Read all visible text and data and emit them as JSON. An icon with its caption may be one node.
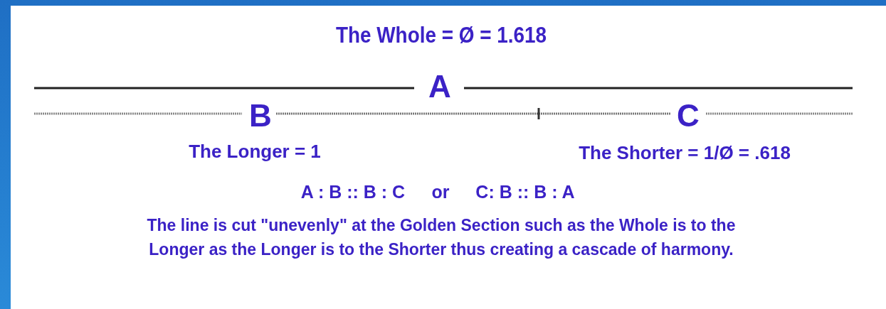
{
  "diagram": {
    "title": "The Whole = Ø = 1.618",
    "labels": [
      "A",
      "B",
      "C",
      "The Longer = 1",
      "The Shorter = 1/Ø = .618",
      "A : B :: B : C",
      "or",
      "C: B :: B : A"
    ],
    "caption": "The line is cut \"unevenly\" at the Golden Section such as the Whole is to the Longer as the Longer is to the Shorter thus creating a cascade of harmony."
  }
}
